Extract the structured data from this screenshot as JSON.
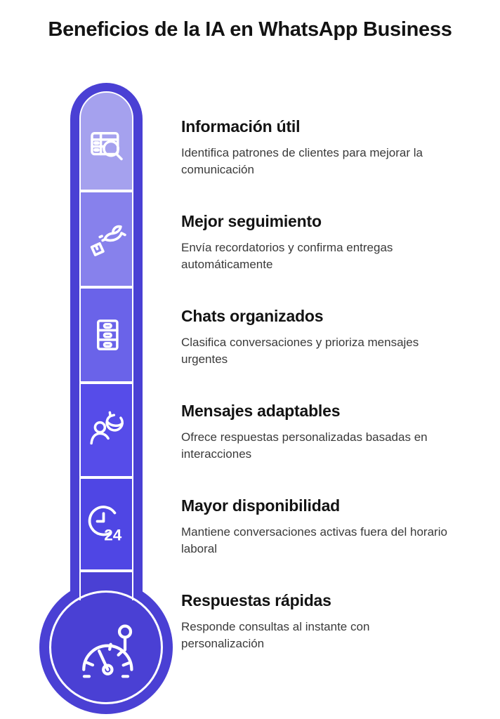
{
  "title": "Beneficios de la IA en WhatsApp Business",
  "colors": {
    "background": "#ffffff",
    "title_text": "#131313",
    "heading_text": "#131313",
    "body_text": "#3a3a3a",
    "tube_outer": "#4a40d4",
    "bulb": "#4a40d4",
    "segment_outline": "#ffffff",
    "icon_stroke": "#ffffff"
  },
  "thermometer": {
    "clock_label": "24",
    "segments": [
      {
        "id": "informacion-util",
        "color": "#a5a1ee",
        "icon": "table-search-icon"
      },
      {
        "id": "mejor-seguimiento",
        "color": "#8781ec",
        "icon": "dove-delivery-icon"
      },
      {
        "id": "chats-organizados",
        "color": "#6a63e9",
        "icon": "drawer-cabinet-icon"
      },
      {
        "id": "mensajes-adaptables",
        "color": "#564ce9",
        "icon": "person-sync-icon"
      },
      {
        "id": "mayor-disponibilidad",
        "color": "#4f46e4",
        "icon": "clock-24-icon"
      },
      {
        "id": "respuestas-rapidas",
        "color": "#4a40d4",
        "icon": "gauge-icon"
      }
    ]
  },
  "sections": [
    {
      "title": "Información útil",
      "description": "Identifica patrones de clientes para mejorar la comunicación"
    },
    {
      "title": "Mejor seguimiento",
      "description": "Envía recordatorios y confirma entregas automáticamente"
    },
    {
      "title": "Chats organizados",
      "description": "Clasifica conversaciones y prioriza mensajes urgentes"
    },
    {
      "title": "Mensajes adaptables",
      "description": "Ofrece respuestas personalizadas basadas en interacciones"
    },
    {
      "title": "Mayor disponibilidad",
      "description": "Mantiene conversaciones activas fuera del horario laboral"
    },
    {
      "title": "Respuestas rápidas",
      "description": "Responde consultas al instante con personalización"
    }
  ]
}
